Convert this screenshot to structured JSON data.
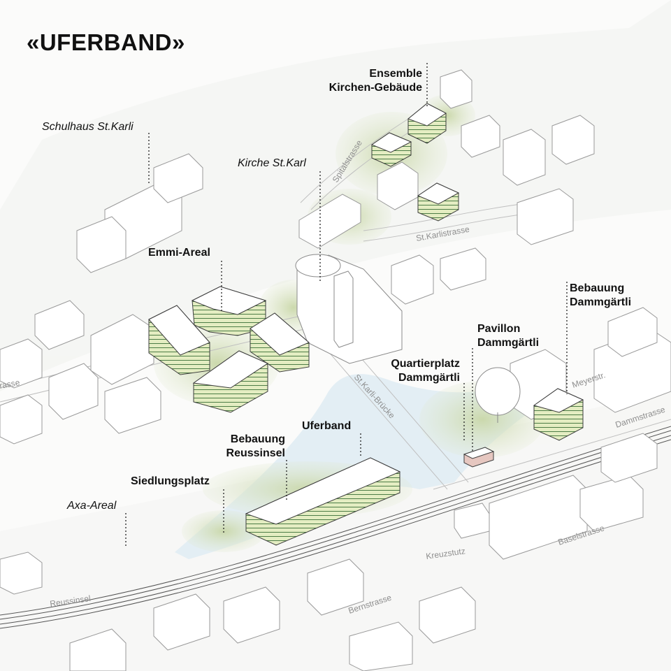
{
  "title": "«UFERBAND»",
  "labels": {
    "ensemble_kirchen": [
      "Ensemble",
      "Kirchen-Gebäude"
    ],
    "schulhaus": "Schulhaus St.Karli",
    "kirche": "Kirche St.Karl",
    "emmi": "Emmi-Areal",
    "bebauung_dammgaertli": [
      "Bebauung",
      "Dammgärtli"
    ],
    "pavillon": [
      "Pavillon",
      "Dammgärtli"
    ],
    "quartierplatz": [
      "Quartierplatz",
      "Dammgärtli"
    ],
    "uferband": "Uferband",
    "bebauung_reussinsel": [
      "Bebauung",
      "Reussinsel"
    ],
    "siedlungsplatz": "Siedlungsplatz",
    "axa": "Axa-Areal"
  },
  "streets": {
    "spitalstrasse": "Spitalstrasse",
    "st_karlistrasse": "St.Karlistrasse",
    "st_karli_bruecke": "St.Karli-Brücke",
    "meyerstr": "Meyerstr.",
    "dammstrasse": "Dammstrasse",
    "baselstrasse": "Baselstrasse",
    "kreuzstutz": "Kreuzstutz",
    "reussinsel": "Reussinsel",
    "bernstrasse": "Bernstrasse",
    "strasse_fragment": "rasse"
  },
  "colors": {
    "new_building_facade": "#e4edc2",
    "facade_lines": "#4d7d46",
    "green_space": "#d6e0bf",
    "water": "#e3eef4",
    "existing_building": "#ffffff"
  }
}
